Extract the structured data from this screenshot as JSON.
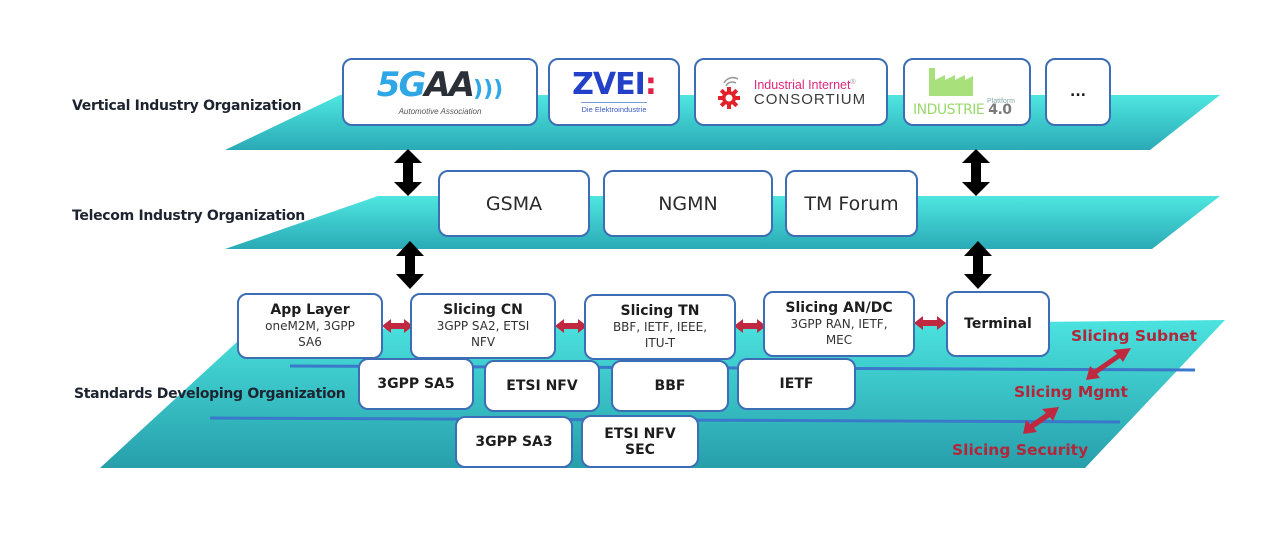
{
  "layers": {
    "vertical": {
      "label": "Vertical Industry Organization",
      "organizations": [
        {
          "name": "5GAA",
          "logo_primary": "5G",
          "logo_secondary": "AA",
          "subtitle": "Automotive Association"
        },
        {
          "name": "ZVEI",
          "logo_primary": "ZVEI",
          "logo_colon": ":",
          "subtitle": "Die Elektroindustrie"
        },
        {
          "name": "Industrial Internet Consortium",
          "logo_top": "Industrial Internet",
          "logo_reg": "®",
          "logo_bottom": "CONSORTIUM"
        },
        {
          "name": "Plattform Industrie 4.0",
          "logo_small": "Plattform",
          "logo_main": "INDUSTRIE",
          "logo_version": "4.0"
        },
        {
          "name": "more",
          "label": "..."
        }
      ]
    },
    "telecom": {
      "label": "Telecom Industry Organization",
      "organizations": [
        "GSMA",
        "NGMN",
        "TM Forum"
      ]
    },
    "sdo": {
      "label": "Standards Developing Organization",
      "slicing_domains": [
        {
          "title": "App Layer",
          "line1": "oneM2M, 3GPP",
          "line2": "SA6"
        },
        {
          "title": "Slicing CN",
          "line1": "3GPP SA2, ETSI",
          "line2": "NFV"
        },
        {
          "title": "Slicing TN",
          "line1": "BBF, IETF, IEEE,",
          "line2": "ITU-T"
        },
        {
          "title": "Slicing AN/DC",
          "line1": "3GPP RAN, IETF,",
          "line2": "MEC"
        },
        {
          "title": "Terminal",
          "line1": "",
          "line2": ""
        }
      ],
      "management_row": [
        "3GPP SA5",
        "ETSI NFV",
        "BBF",
        "IETF"
      ],
      "security_row": [
        {
          "line1": "3GPP SA3",
          "line2": ""
        },
        {
          "line1": "ETSI NFV",
          "line2": "SEC"
        }
      ],
      "plane_labels": {
        "subnet": "Slicing Subnet",
        "mgmt": "Slicing Mgmt",
        "security": "Slicing Security"
      }
    }
  },
  "colors": {
    "layer_fill": "#3fd6d6",
    "layer_fill_dark": "#2aaab4",
    "box_border": "#3d6db5",
    "accent_red": "#c0283f",
    "arrow_black": "#000000",
    "divider_blue": "#3a78c9"
  }
}
